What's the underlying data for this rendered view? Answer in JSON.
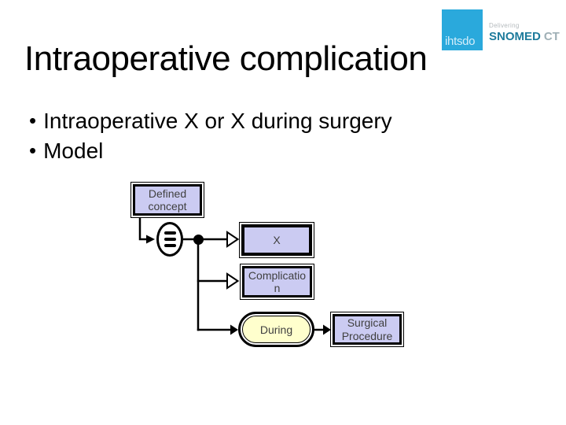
{
  "slide": {
    "title": "Intraoperative complication",
    "bullet_char": "•",
    "bullets": [
      "Intraoperative X or X during surgery",
      "Model"
    ]
  },
  "logo": {
    "square_text": "ihtsdo",
    "tagline": "Delivering",
    "brand_primary": "SNOMED",
    "brand_secondary": "CT",
    "square_color": "#2aa9dc",
    "brand_color": "#1e7b9c"
  },
  "diagram": {
    "defined_concept": {
      "label": "Defined\nconcept"
    },
    "focus_concept": {
      "label": "X"
    },
    "complication_concept": {
      "label": "Complicatio\nn"
    },
    "attribute": {
      "label": "During"
    },
    "value_concept": {
      "label": "Surgical\nProcedure"
    },
    "colors": {
      "concept_fill": "#cbcbf2",
      "attribute_fill": "#ffffcd",
      "line": "#000000"
    }
  }
}
